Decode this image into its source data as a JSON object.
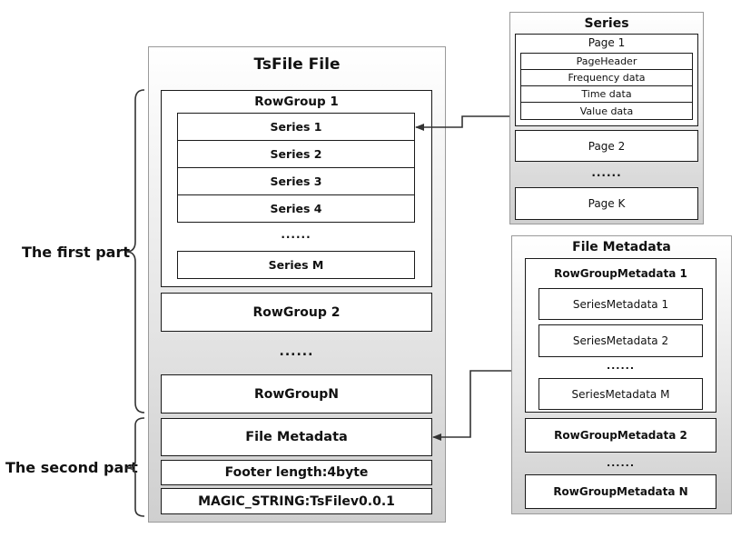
{
  "tsfile": {
    "title": "TsFile File",
    "rowgroup1": {
      "title": "RowGroup 1",
      "series": [
        "Series 1",
        "Series 2",
        "Series 3",
        "Series 4"
      ],
      "ellipsis": "......",
      "last_series": "Series M"
    },
    "rowgroup2": "RowGroup 2",
    "ellipsis": "......",
    "rowgroupN": "RowGroupN",
    "file_metadata": "File Metadata",
    "footer_length": "Footer length:4byte",
    "magic_string": "MAGIC_STRING:TsFilev0.0.1"
  },
  "series_panel": {
    "title": "Series",
    "page1": {
      "title": "Page 1",
      "rows": [
        "PageHeader",
        "Frequency data",
        "Time data",
        "Value data"
      ]
    },
    "page2": "Page 2",
    "ellipsis": "......",
    "pageK": "Page K"
  },
  "file_metadata_panel": {
    "title": "File Metadata",
    "rgm1": {
      "title": "RowGroupMetadata 1",
      "items": [
        "SeriesMetadata 1",
        "SeriesMetadata 2"
      ],
      "ellipsis": "......",
      "last_item": "SeriesMetadata M"
    },
    "rgm2": "RowGroupMetadata 2",
    "ellipsis": "......",
    "rgmN": "RowGroupMetadata N"
  },
  "brace_labels": {
    "first_part": "The first part",
    "second_part": "The second part"
  }
}
